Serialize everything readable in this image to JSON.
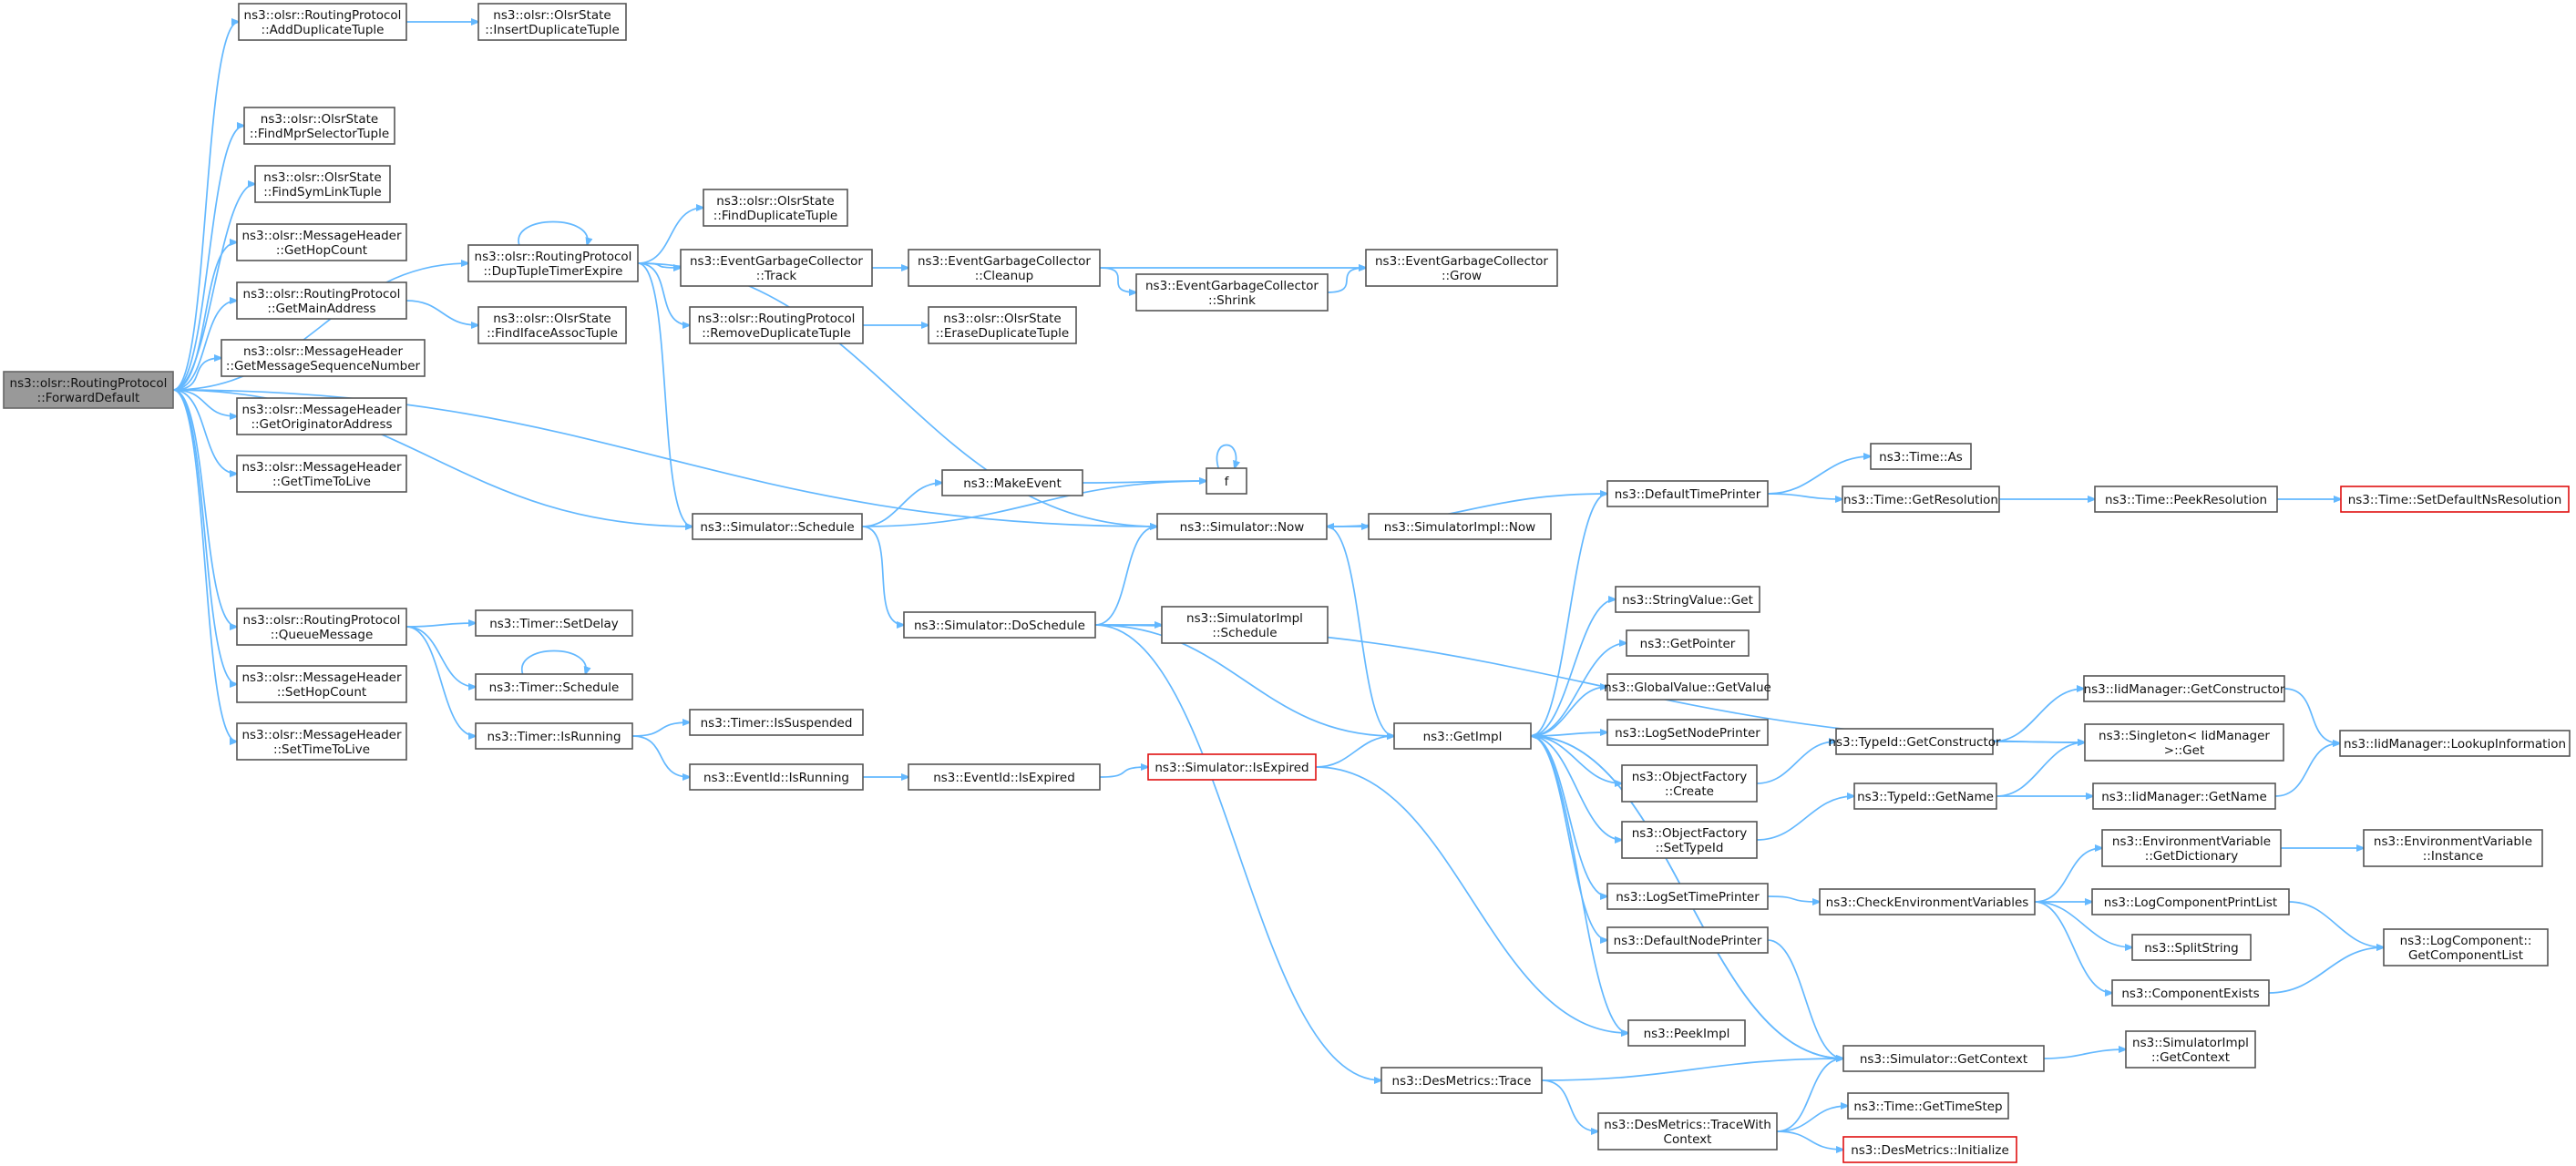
{
  "diagram": {
    "nodes": [
      {
        "id": "fwd",
        "lines": [
          "ns3::olsr::RoutingProtocol",
          "::ForwardDefault"
        ],
        "kind": "root"
      },
      {
        "id": "adddup",
        "lines": [
          "ns3::olsr::RoutingProtocol",
          "::AddDuplicateTuple"
        ]
      },
      {
        "id": "insdup",
        "lines": [
          "ns3::olsr::OlsrState",
          "::InsertDuplicateTuple"
        ]
      },
      {
        "id": "findmpr",
        "lines": [
          "ns3::olsr::OlsrState",
          "::FindMprSelectorTuple"
        ]
      },
      {
        "id": "findsym",
        "lines": [
          "ns3::olsr::OlsrState",
          "::FindSymLinkTuple"
        ]
      },
      {
        "id": "gethop",
        "lines": [
          "ns3::olsr::MessageHeader",
          "::GetHopCount"
        ]
      },
      {
        "id": "getmain",
        "lines": [
          "ns3::olsr::RoutingProtocol",
          "::GetMainAddress"
        ]
      },
      {
        "id": "getseq",
        "lines": [
          "ns3::olsr::MessageHeader",
          "::GetMessageSequenceNumber"
        ]
      },
      {
        "id": "getorig",
        "lines": [
          "ns3::olsr::MessageHeader",
          "::GetOriginatorAddress"
        ]
      },
      {
        "id": "getttl",
        "lines": [
          "ns3::olsr::MessageHeader",
          "::GetTimeToLive"
        ]
      },
      {
        "id": "queue",
        "lines": [
          "ns3::olsr::RoutingProtocol",
          "::QueueMessage"
        ]
      },
      {
        "id": "sethop",
        "lines": [
          "ns3::olsr::MessageHeader",
          "::SetHopCount"
        ]
      },
      {
        "id": "setttl",
        "lines": [
          "ns3::olsr::MessageHeader",
          "::SetTimeToLive"
        ]
      },
      {
        "id": "dupexp",
        "lines": [
          "ns3::olsr::RoutingProtocol",
          "::DupTupleTimerExpire"
        ]
      },
      {
        "id": "findiface",
        "lines": [
          "ns3::olsr::OlsrState",
          "::FindIfaceAssocTuple"
        ]
      },
      {
        "id": "finddup",
        "lines": [
          "ns3::olsr::OlsrState",
          "::FindDuplicateTuple"
        ]
      },
      {
        "id": "egctrack",
        "lines": [
          "ns3::EventGarbageCollector",
          "::Track"
        ]
      },
      {
        "id": "remdup",
        "lines": [
          "ns3::olsr::RoutingProtocol",
          "::RemoveDuplicateTuple"
        ]
      },
      {
        "id": "egcclean",
        "lines": [
          "ns3::EventGarbageCollector",
          "::Cleanup"
        ]
      },
      {
        "id": "erasedup",
        "lines": [
          "ns3::olsr::OlsrState",
          "::EraseDuplicateTuple"
        ]
      },
      {
        "id": "egcshrink",
        "lines": [
          "ns3::EventGarbageCollector",
          "::Shrink"
        ]
      },
      {
        "id": "egcgrow",
        "lines": [
          "ns3::EventGarbageCollector",
          "::Grow"
        ]
      },
      {
        "id": "simsched",
        "lines": [
          "ns3::Simulator::Schedule"
        ]
      },
      {
        "id": "makeevent",
        "lines": [
          "ns3::MakeEvent"
        ]
      },
      {
        "id": "f",
        "lines": [
          "f"
        ]
      },
      {
        "id": "simnow",
        "lines": [
          "ns3::Simulator::Now"
        ]
      },
      {
        "id": "simimplnow",
        "lines": [
          "ns3::SimulatorImpl::Now"
        ]
      },
      {
        "id": "dosched",
        "lines": [
          "ns3::Simulator::DoSchedule"
        ]
      },
      {
        "id": "simimplsched",
        "lines": [
          "ns3::SimulatorImpl",
          "::Schedule"
        ]
      },
      {
        "id": "getimpl",
        "lines": [
          "ns3::GetImpl"
        ]
      },
      {
        "id": "timersetdelay",
        "lines": [
          "ns3::Timer::SetDelay"
        ]
      },
      {
        "id": "timersched",
        "lines": [
          "ns3::Timer::Schedule"
        ]
      },
      {
        "id": "timerisrun",
        "lines": [
          "ns3::Timer::IsRunning"
        ]
      },
      {
        "id": "timerissusp",
        "lines": [
          "ns3::Timer::IsSuspended"
        ]
      },
      {
        "id": "evisrun",
        "lines": [
          "ns3::EventId::IsRunning"
        ]
      },
      {
        "id": "evisexp",
        "lines": [
          "ns3::EventId::IsExpired"
        ]
      },
      {
        "id": "simisexp",
        "lines": [
          "ns3::Simulator::IsExpired"
        ],
        "kind": "truncated"
      },
      {
        "id": "deftimepr",
        "lines": [
          "ns3::DefaultTimePrinter"
        ]
      },
      {
        "id": "timeas",
        "lines": [
          "ns3::Time::As"
        ]
      },
      {
        "id": "timegetres",
        "lines": [
          "ns3::Time::GetResolution"
        ]
      },
      {
        "id": "timepeekres",
        "lines": [
          "ns3::Time::PeekResolution"
        ]
      },
      {
        "id": "setdefns",
        "lines": [
          "ns3::Time::SetDefaultNsResolution"
        ],
        "kind": "truncated"
      },
      {
        "id": "strvalget",
        "lines": [
          "ns3::StringValue::Get"
        ]
      },
      {
        "id": "getptr",
        "lines": [
          "ns3::GetPointer"
        ]
      },
      {
        "id": "globalval",
        "lines": [
          "ns3::GlobalValue::GetValue"
        ]
      },
      {
        "id": "logsetnode",
        "lines": [
          "ns3::LogSetNodePrinter"
        ]
      },
      {
        "id": "objfcreate",
        "lines": [
          "ns3::ObjectFactory",
          "::Create"
        ]
      },
      {
        "id": "objfsettid",
        "lines": [
          "ns3::ObjectFactory",
          "::SetTypeId"
        ]
      },
      {
        "id": "logsettime",
        "lines": [
          "ns3::LogSetTimePrinter"
        ]
      },
      {
        "id": "defnodepr",
        "lines": [
          "ns3::DefaultNodePrinter"
        ]
      },
      {
        "id": "peekimpl",
        "lines": [
          "ns3::PeekImpl"
        ]
      },
      {
        "id": "tidgetctor",
        "lines": [
          "ns3::TypeId::GetConstructor"
        ]
      },
      {
        "id": "tidgetname",
        "lines": [
          "ns3::TypeId::GetName"
        ]
      },
      {
        "id": "iidgetctor",
        "lines": [
          "ns3::IidManager::GetConstructor"
        ]
      },
      {
        "id": "singleton",
        "lines": [
          "ns3::Singleton< IidManager",
          ">::Get"
        ]
      },
      {
        "id": "iidgetname",
        "lines": [
          "ns3::IidManager::GetName"
        ]
      },
      {
        "id": "iidlookup",
        "lines": [
          "ns3::IidManager::LookupInformation"
        ]
      },
      {
        "id": "checkenv",
        "lines": [
          "ns3::CheckEnvironmentVariables"
        ]
      },
      {
        "id": "envgetdict",
        "lines": [
          "ns3::EnvironmentVariable",
          "::GetDictionary"
        ]
      },
      {
        "id": "envinst",
        "lines": [
          "ns3::EnvironmentVariable",
          "::Instance"
        ]
      },
      {
        "id": "logcpl",
        "lines": [
          "ns3::LogComponentPrintList"
        ]
      },
      {
        "id": "splitstr",
        "lines": [
          "ns3::SplitString"
        ]
      },
      {
        "id": "compexists",
        "lines": [
          "ns3::ComponentExists"
        ]
      },
      {
        "id": "loggetcl",
        "lines": [
          "ns3::LogComponent::",
          "GetComponentList"
        ]
      },
      {
        "id": "desmtrace",
        "lines": [
          "ns3::DesMetrics::Trace"
        ]
      },
      {
        "id": "simgetctx",
        "lines": [
          "ns3::Simulator::GetContext"
        ]
      },
      {
        "id": "simimplgetctx",
        "lines": [
          "ns3::SimulatorImpl",
          "::GetContext"
        ]
      },
      {
        "id": "desmtwc",
        "lines": [
          "ns3::DesMetrics::TraceWith",
          "Context"
        ]
      },
      {
        "id": "timegetstep",
        "lines": [
          "ns3::Time::GetTimeStep"
        ]
      },
      {
        "id": "desminit",
        "lines": [
          "ns3::DesMetrics::Initialize"
        ],
        "kind": "truncated"
      }
    ],
    "edges": [
      [
        "fwd",
        "adddup"
      ],
      [
        "fwd",
        "findmpr"
      ],
      [
        "fwd",
        "findsym"
      ],
      [
        "fwd",
        "gethop"
      ],
      [
        "fwd",
        "getmain"
      ],
      [
        "fwd",
        "getseq"
      ],
      [
        "fwd",
        "getorig"
      ],
      [
        "fwd",
        "getttl"
      ],
      [
        "fwd",
        "queue"
      ],
      [
        "fwd",
        "sethop"
      ],
      [
        "fwd",
        "setttl"
      ],
      [
        "fwd",
        "dupexp"
      ],
      [
        "fwd",
        "simsched"
      ],
      [
        "fwd",
        "simnow"
      ],
      [
        "adddup",
        "insdup"
      ],
      [
        "getmain",
        "findiface"
      ],
      [
        "dupexp",
        "dupexp"
      ],
      [
        "dupexp",
        "finddup"
      ],
      [
        "dupexp",
        "egctrack"
      ],
      [
        "dupexp",
        "remdup"
      ],
      [
        "dupexp",
        "simsched"
      ],
      [
        "dupexp",
        "simnow"
      ],
      [
        "egctrack",
        "egcclean"
      ],
      [
        "egcclean",
        "egcshrink"
      ],
      [
        "egcclean",
        "egcgrow"
      ],
      [
        "egcshrink",
        "egcgrow"
      ],
      [
        "remdup",
        "erasedup"
      ],
      [
        "simsched",
        "makeevent"
      ],
      [
        "simsched",
        "f"
      ],
      [
        "simsched",
        "dosched"
      ],
      [
        "makeevent",
        "f"
      ],
      [
        "f",
        "f"
      ],
      [
        "simnow",
        "simimplnow"
      ],
      [
        "simnow",
        "getimpl"
      ],
      [
        "dosched",
        "simnow"
      ],
      [
        "dosched",
        "simimplsched"
      ],
      [
        "dosched",
        "getimpl"
      ],
      [
        "dosched",
        "desmtrace"
      ],
      [
        "dosched",
        "singleton"
      ],
      [
        "queue",
        "timersetdelay"
      ],
      [
        "queue",
        "timersched"
      ],
      [
        "queue",
        "timerisrun"
      ],
      [
        "timersched",
        "timersched"
      ],
      [
        "timerisrun",
        "timerissusp"
      ],
      [
        "timerisrun",
        "evisrun"
      ],
      [
        "evisrun",
        "evisexp"
      ],
      [
        "evisexp",
        "simisexp"
      ],
      [
        "simisexp",
        "getimpl"
      ],
      [
        "simisexp",
        "peekimpl"
      ],
      [
        "getimpl",
        "deftimepr"
      ],
      [
        "getimpl",
        "strvalget"
      ],
      [
        "getimpl",
        "getptr"
      ],
      [
        "getimpl",
        "globalval"
      ],
      [
        "getimpl",
        "logsetnode"
      ],
      [
        "getimpl",
        "objfcreate"
      ],
      [
        "getimpl",
        "objfsettid"
      ],
      [
        "getimpl",
        "logsettime"
      ],
      [
        "getimpl",
        "defnodepr"
      ],
      [
        "getimpl",
        "peekimpl"
      ],
      [
        "getimpl",
        "simgetctx"
      ],
      [
        "deftimepr",
        "simnow"
      ],
      [
        "deftimepr",
        "timeas"
      ],
      [
        "deftimepr",
        "timegetres"
      ],
      [
        "timegetres",
        "timepeekres"
      ],
      [
        "timepeekres",
        "setdefns"
      ],
      [
        "objfcreate",
        "tidgetctor"
      ],
      [
        "objfsettid",
        "tidgetname"
      ],
      [
        "tidgetctor",
        "iidgetctor"
      ],
      [
        "tidgetctor",
        "singleton"
      ],
      [
        "iidgetctor",
        "iidlookup"
      ],
      [
        "tidgetname",
        "singleton"
      ],
      [
        "tidgetname",
        "iidgetname"
      ],
      [
        "iidgetname",
        "iidlookup"
      ],
      [
        "logsettime",
        "checkenv"
      ],
      [
        "checkenv",
        "envgetdict"
      ],
      [
        "checkenv",
        "logcpl"
      ],
      [
        "checkenv",
        "splitstr"
      ],
      [
        "checkenv",
        "compexists"
      ],
      [
        "envgetdict",
        "envinst"
      ],
      [
        "logcpl",
        "loggetcl"
      ],
      [
        "compexists",
        "loggetcl"
      ],
      [
        "defnodepr",
        "simgetctx"
      ],
      [
        "desmtrace",
        "simgetctx"
      ],
      [
        "desmtrace",
        "desmtwc"
      ],
      [
        "simgetctx",
        "simimplgetctx"
      ],
      [
        "simgetctx",
        "getimpl"
      ],
      [
        "desmtwc",
        "simgetctx"
      ],
      [
        "desmtwc",
        "timegetstep"
      ],
      [
        "desmtwc",
        "desminit"
      ]
    ]
  }
}
